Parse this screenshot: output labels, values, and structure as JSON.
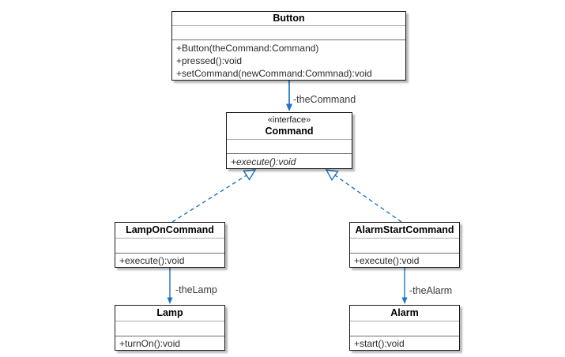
{
  "diagram": {
    "kind": "uml-class-diagram",
    "pattern": "Command pattern",
    "colors": {
      "arrow_blue": "#1E73C8",
      "box_border": "#1A1A1A",
      "box_fill": "#FFFFFF",
      "shadow": "rgba(0,0,0,0.28)",
      "text": "#2B2B2B"
    },
    "classes": {
      "button": {
        "name": "Button",
        "methods": [
          "+Button(theCommand:Command)",
          "+pressed():void",
          "+setCommand(newCommand:Commnad):void"
        ]
      },
      "command": {
        "stereotype": "«interface»",
        "name": "Command",
        "methods": [
          "+execute():void"
        ]
      },
      "lampOnCommand": {
        "name": "LampOnCommand",
        "methods": [
          "+execute():void"
        ]
      },
      "alarmStartCommand": {
        "name": "AlarmStartCommand",
        "methods": [
          "+execute():void"
        ]
      },
      "lamp": {
        "name": "Lamp",
        "methods": [
          "+turnOn():void"
        ]
      },
      "alarm": {
        "name": "Alarm",
        "methods": [
          "+start():void"
        ]
      }
    },
    "relations": {
      "buttonToCommand": {
        "type": "association",
        "label": "-theCommand"
      },
      "lampOnToCommand": {
        "type": "realization",
        "label": ""
      },
      "alarmStartToCommand": {
        "type": "realization",
        "label": ""
      },
      "lampOnToLamp": {
        "type": "association",
        "label": "-theLamp"
      },
      "alarmStartToAlarm": {
        "type": "association",
        "label": "-theAlarm"
      }
    }
  }
}
